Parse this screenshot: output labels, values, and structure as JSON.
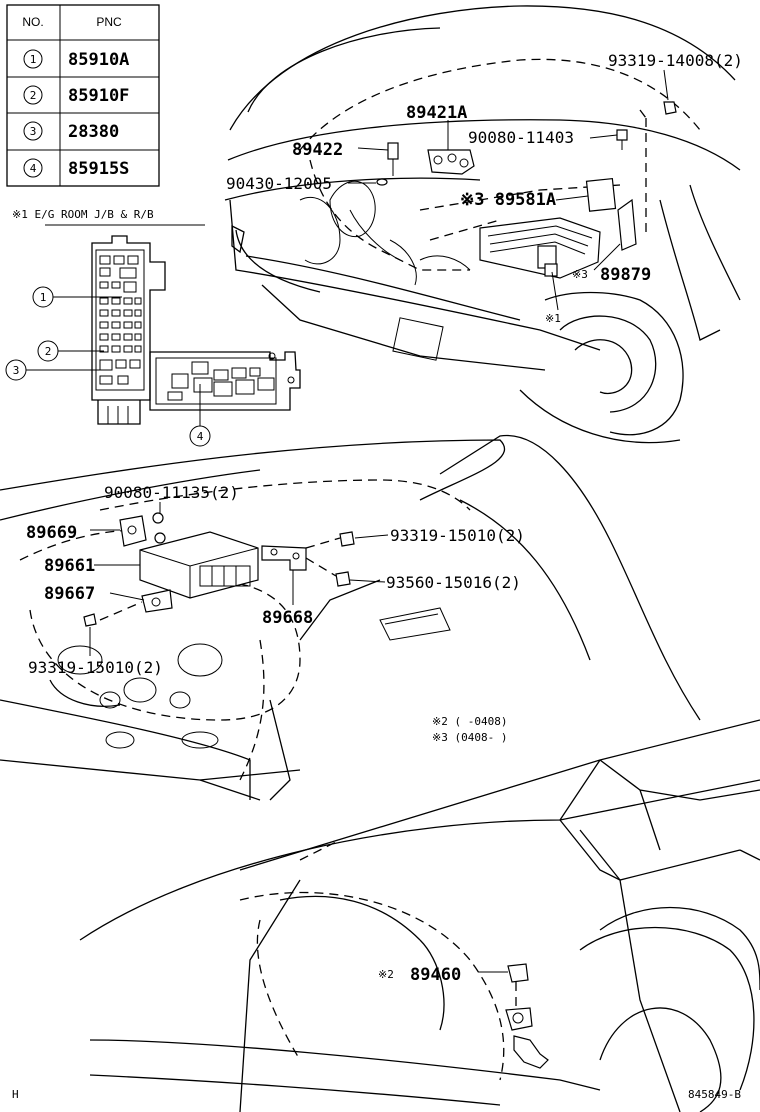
{
  "table": {
    "header_no": "NO.",
    "header_pnc": "PNC",
    "rows": [
      {
        "no": "1",
        "pnc": "85910A"
      },
      {
        "no": "2",
        "pnc": "85910F"
      },
      {
        "no": "3",
        "pnc": "28380"
      },
      {
        "no": "4",
        "pnc": "85915S"
      }
    ]
  },
  "inset": {
    "title": "※1  E/G ROOM J/B & R/B",
    "callouts": [
      "1",
      "2",
      "3",
      "4"
    ]
  },
  "labels": {
    "p93319_14008": "93319-14008(2)",
    "p89421A": "89421A",
    "p90080_11403": "90080-11403",
    "p89422": "89422",
    "p90430_12005": "90430-12005",
    "p89581A": "※3 89581A",
    "p89879": "89879",
    "mark3": "※3",
    "mark1": "※1",
    "p90080_11135": "90080-11135(2)",
    "p89669": "89669",
    "p93319_15010_a": "93319-15010(2)",
    "p89661": "89661",
    "p93560_15016": "93560-15016(2)",
    "p89667": "89667",
    "p89668": "89668",
    "p93319_15010_b": "93319-15010(2)",
    "note2": "※2 (     -0408)",
    "note3": "※3 (0408-     )",
    "p89460": "89460",
    "mark2": "※2",
    "corner_h": "H",
    "fig_id": "845849-B"
  }
}
